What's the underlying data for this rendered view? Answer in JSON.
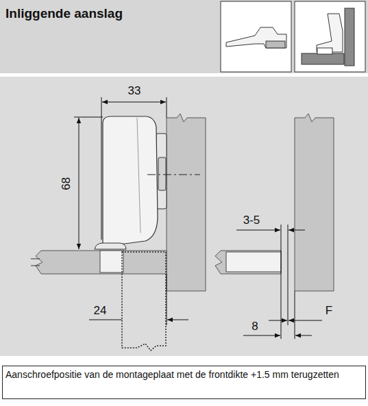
{
  "diagram": {
    "title": "Inliggende aanslag",
    "caption": "Aanschroefpositie van de montageplaat met de frontdikte +1.5 mm terugzetten",
    "labels": [
      "33",
      "68",
      "24",
      "3-5",
      "8",
      "F"
    ]
  }
}
